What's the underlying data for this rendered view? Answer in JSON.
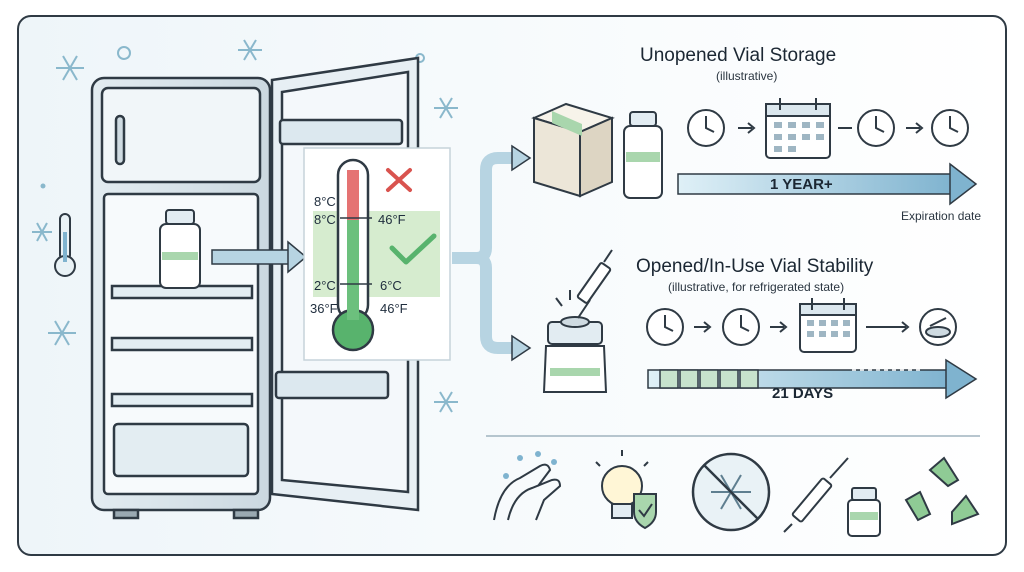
{
  "storage": {
    "title": "Unopened Vial Storage",
    "subtitle": "(illustrative)",
    "duration": "1 YEAR+",
    "end_label": "Expiration date"
  },
  "in_use": {
    "title": "Opened/In-Use Vial Stability",
    "subtitle": "(illustrative, for refrigerated state)",
    "duration": "21 DAYS"
  },
  "thermometer": {
    "upper_c_top": "8°C",
    "upper_c": "8°C",
    "upper_f": "46°F",
    "lower_c_left": "2°C",
    "lower_c_right": "6°C",
    "lower_f_left": "36°F",
    "lower_f_right": "46°F"
  },
  "icons": [
    "snowflake-icon",
    "thermometer-icon",
    "hand-washing-icon",
    "lightbulb-shield-icon",
    "no-freeze-icon",
    "syringe-vial-icon",
    "recycle-icon"
  ],
  "colors": {
    "outline": "#2f3a44",
    "accent_blue": "#7fb3cf",
    "ok_green": "#58b36d",
    "alert_red": "#d9534f",
    "safe_zone": "#d6eccf"
  }
}
